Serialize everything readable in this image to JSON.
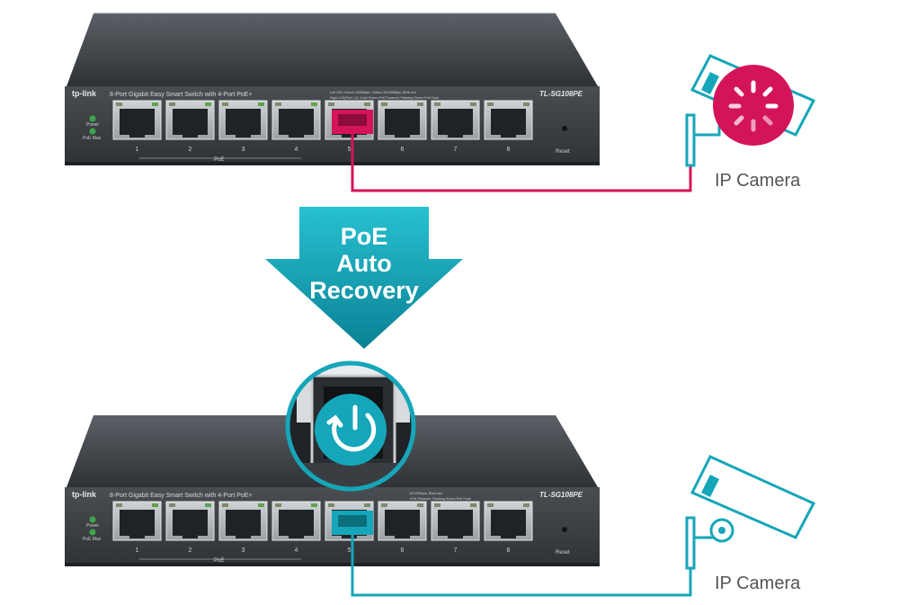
{
  "switch": {
    "brand": "tp-link",
    "description": "8-Port Gigabit Easy Smart Switch with 4-Port PoE+",
    "model": "TL-SG108PE",
    "led_legend_1": "Left LED: Green=1000Mbps, Yellow=10/100Mbps, Blink=Act",
    "led_legend_2": "Right LED(Port 1-4): Solid Green=PoE Powered, Flashing Green=PoE Fault",
    "led_legend_1_bottom": "10/100Mbps, Blink=Act",
    "led_legend_2_bottom": "=PoE Powered, Flashing Green=PoE Fault",
    "power_label": "Power",
    "poe_max_label": "PoE Max",
    "reset_label": "Reset",
    "poe_group_label": "PoE",
    "ports": [
      "1",
      "2",
      "3",
      "4",
      "5",
      "6",
      "7",
      "8"
    ]
  },
  "arrow": {
    "line1": "PoE",
    "line2": "Auto",
    "line3": "Recovery"
  },
  "camera_label_top": "IP Camera",
  "camera_label_bottom": "IP Camera",
  "colors": {
    "fault": "#d4145a",
    "recovered": "#16a6b9",
    "switch_body": "#3b3f44",
    "arrow_top": "#1fb8c9",
    "arrow_bottom": "#0b8497"
  },
  "icons": {
    "top_camera_status": "loading-spinner-icon",
    "recovery": "power-restart-icon"
  }
}
